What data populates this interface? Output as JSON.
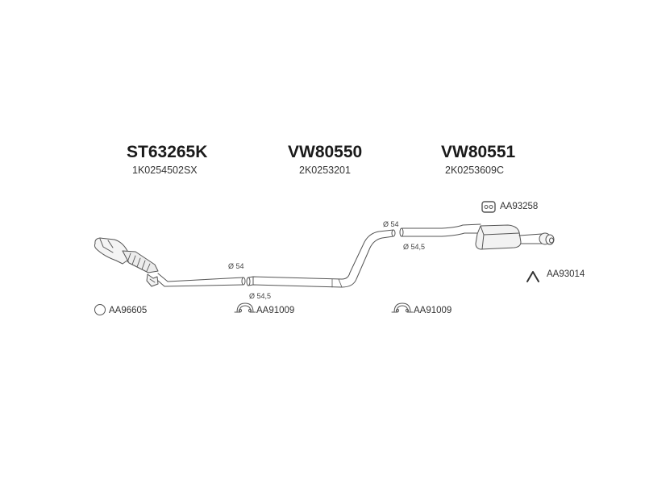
{
  "assemblies": [
    {
      "code": "ST63265K",
      "oem": "1K0254502SX"
    },
    {
      "code": "VW80550",
      "oem": "2K0253201"
    },
    {
      "code": "VW80551",
      "oem": "2K0253609C"
    }
  ],
  "accessories": {
    "gasket_ring": "AA96605",
    "clamp_left": "AA91009",
    "clamp_right": "AA91009",
    "rubber_hanger": "AA93258",
    "bracket": "AA93014"
  },
  "dimensions": {
    "d1": "Ø 54",
    "d2": "Ø 54,5",
    "d3": "Ø 54",
    "d4": "Ø 54,5"
  },
  "colors": {
    "line": "#555555",
    "title": "#1a1a1a"
  }
}
